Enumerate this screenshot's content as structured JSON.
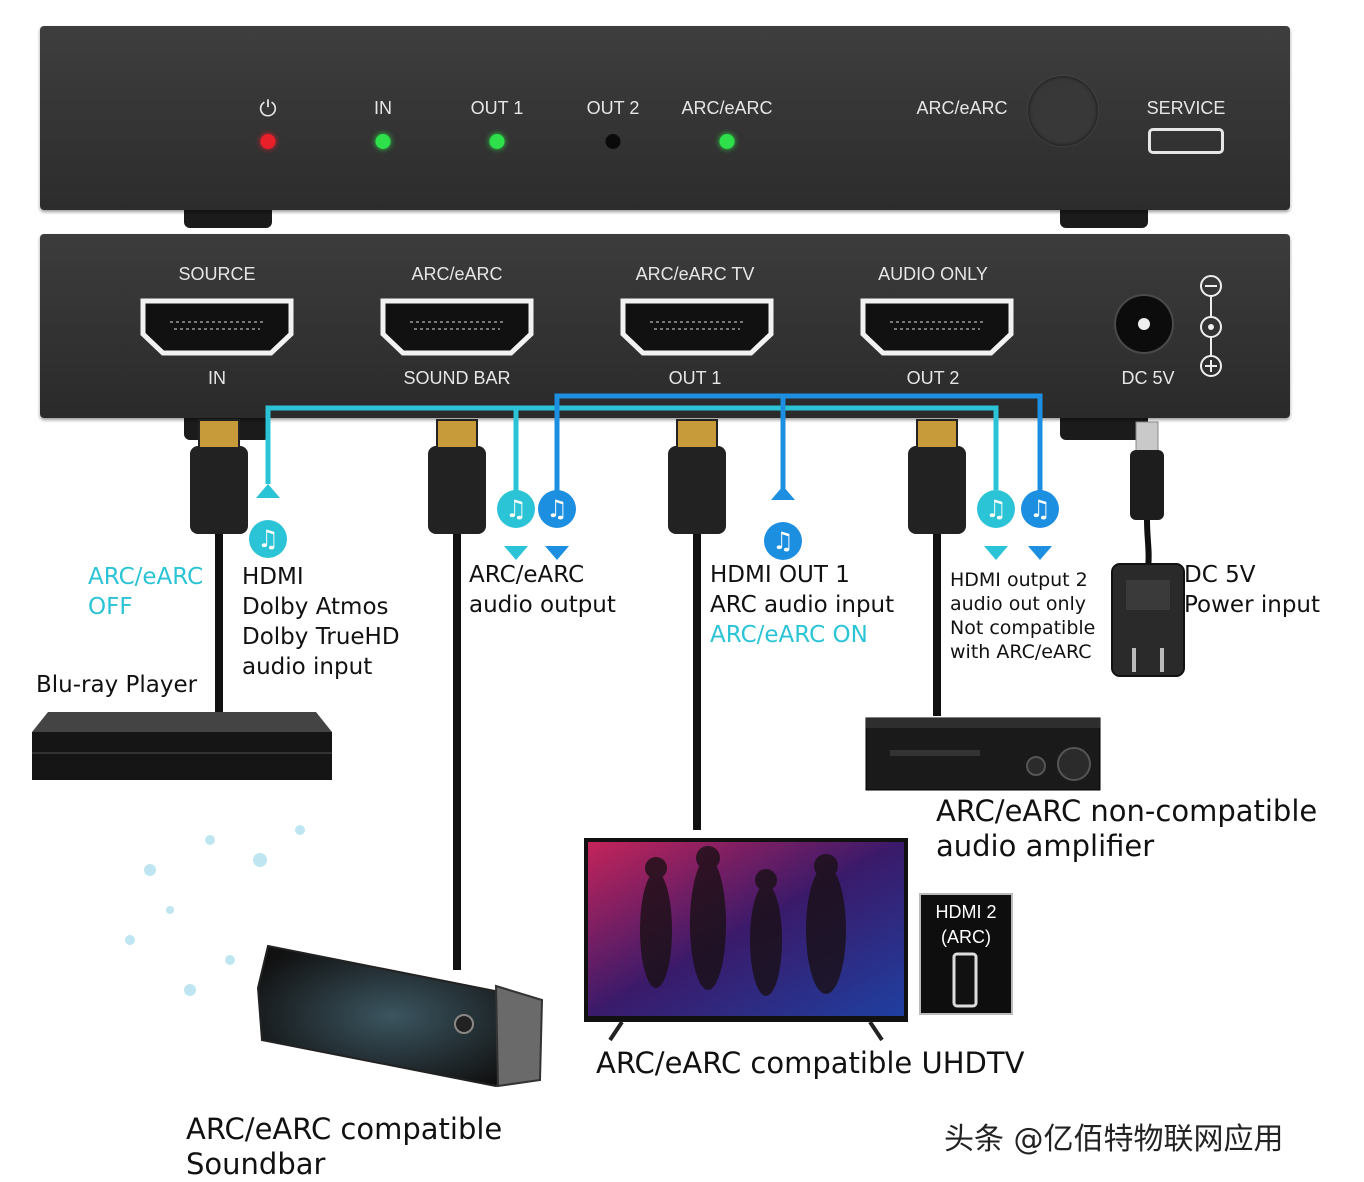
{
  "front_panel": {
    "labels": {
      "power": "⏻",
      "in": "IN",
      "out1": "OUT 1",
      "out2": "OUT 2",
      "arc_led": "ARC/eARC",
      "arc_button": "ARC/eARC",
      "service": "SERVICE"
    },
    "led_colors": {
      "power": "#e8202a",
      "in": "#2ee04a",
      "out1": "#2ee04a",
      "out2": "#0a0a0a",
      "arc": "#2ee04a"
    }
  },
  "rear_panel": {
    "ports": [
      {
        "top": "SOURCE",
        "bottom": "IN"
      },
      {
        "top": "ARC/eARC",
        "bottom": "SOUND BAR"
      },
      {
        "top": "ARC/eARC TV",
        "bottom": "OUT 1"
      },
      {
        "top": "AUDIO ONLY",
        "bottom": "OUT 2"
      }
    ],
    "dc_label": "DC 5V"
  },
  "annotations": {
    "arc_off": [
      "ARC/eARC",
      "OFF"
    ],
    "hdmi_in": [
      "HDMI",
      "Dolby Atmos",
      "Dolby TrueHD",
      "audio input"
    ],
    "arc_out": [
      "ARC/eARC",
      "audio output"
    ],
    "hdmi_out1": [
      "HDMI OUT 1",
      "ARC audio input"
    ],
    "arc_on": "ARC/eARC ON",
    "hdmi_out2": [
      "HDMI output 2",
      "audio out only",
      "Not compatible",
      "with ARC/eARC"
    ],
    "dc_power": [
      "DC 5V",
      "Power input"
    ]
  },
  "devices": {
    "bluray": "Blu-ray Player",
    "amplifier": [
      "ARC/eARC non-compatible",
      "audio amplifier"
    ],
    "tv": "ARC/eARC compatible UHDTV",
    "tv_badge": [
      "HDMI 2",
      "(ARC)"
    ],
    "soundbar": [
      "ARC/eARC compatible",
      "Soundbar"
    ]
  },
  "watermark": "头条 @亿佰特物联网应用",
  "colors": {
    "cyan": "#2bc4d6",
    "blue": "#1d8fe0",
    "panel": "#333333"
  },
  "icons": {
    "audio": "music-note-icon"
  }
}
